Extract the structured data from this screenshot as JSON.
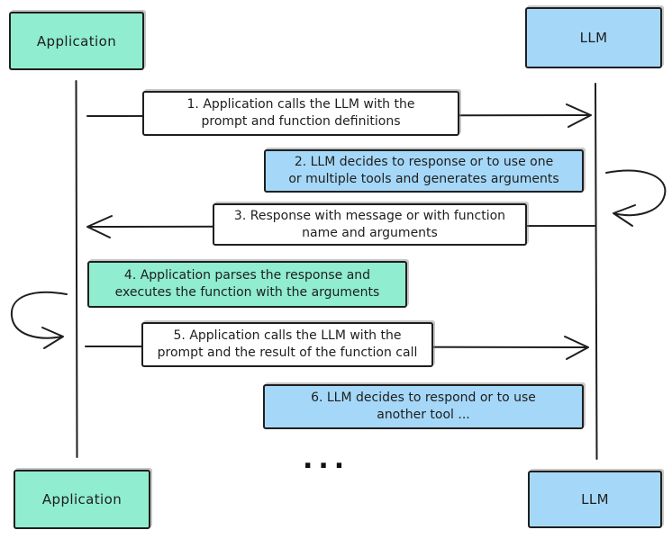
{
  "diagram": {
    "actors": [
      {
        "label": "Application"
      },
      {
        "label": "LLM"
      },
      {
        "label": "Application"
      },
      {
        "label": "LLM"
      }
    ],
    "steps": [
      {
        "lines": [
          "1. Application calls the LLM with the",
          "prompt and function definitions"
        ]
      },
      {
        "lines": [
          "2. LLM decides to response or to use one",
          "or multiple tools and generates arguments"
        ]
      },
      {
        "lines": [
          "3. Response with message or with function",
          "name and arguments"
        ]
      },
      {
        "lines": [
          "4. Application parses the response and",
          "executes the function with the arguments"
        ]
      },
      {
        "lines": [
          "5. Application calls the LLM with the",
          "prompt and the result of the function call"
        ]
      },
      {
        "lines": [
          "6. LLM decides to respond or to use",
          "another tool ..."
        ]
      }
    ],
    "ellipsis": "...",
    "colors": {
      "actor_application_fill": "#90edcf",
      "actor_llm_fill": "#a5d8f8",
      "message_fill": "#ffffff",
      "stroke": "#1e1e1e"
    }
  }
}
